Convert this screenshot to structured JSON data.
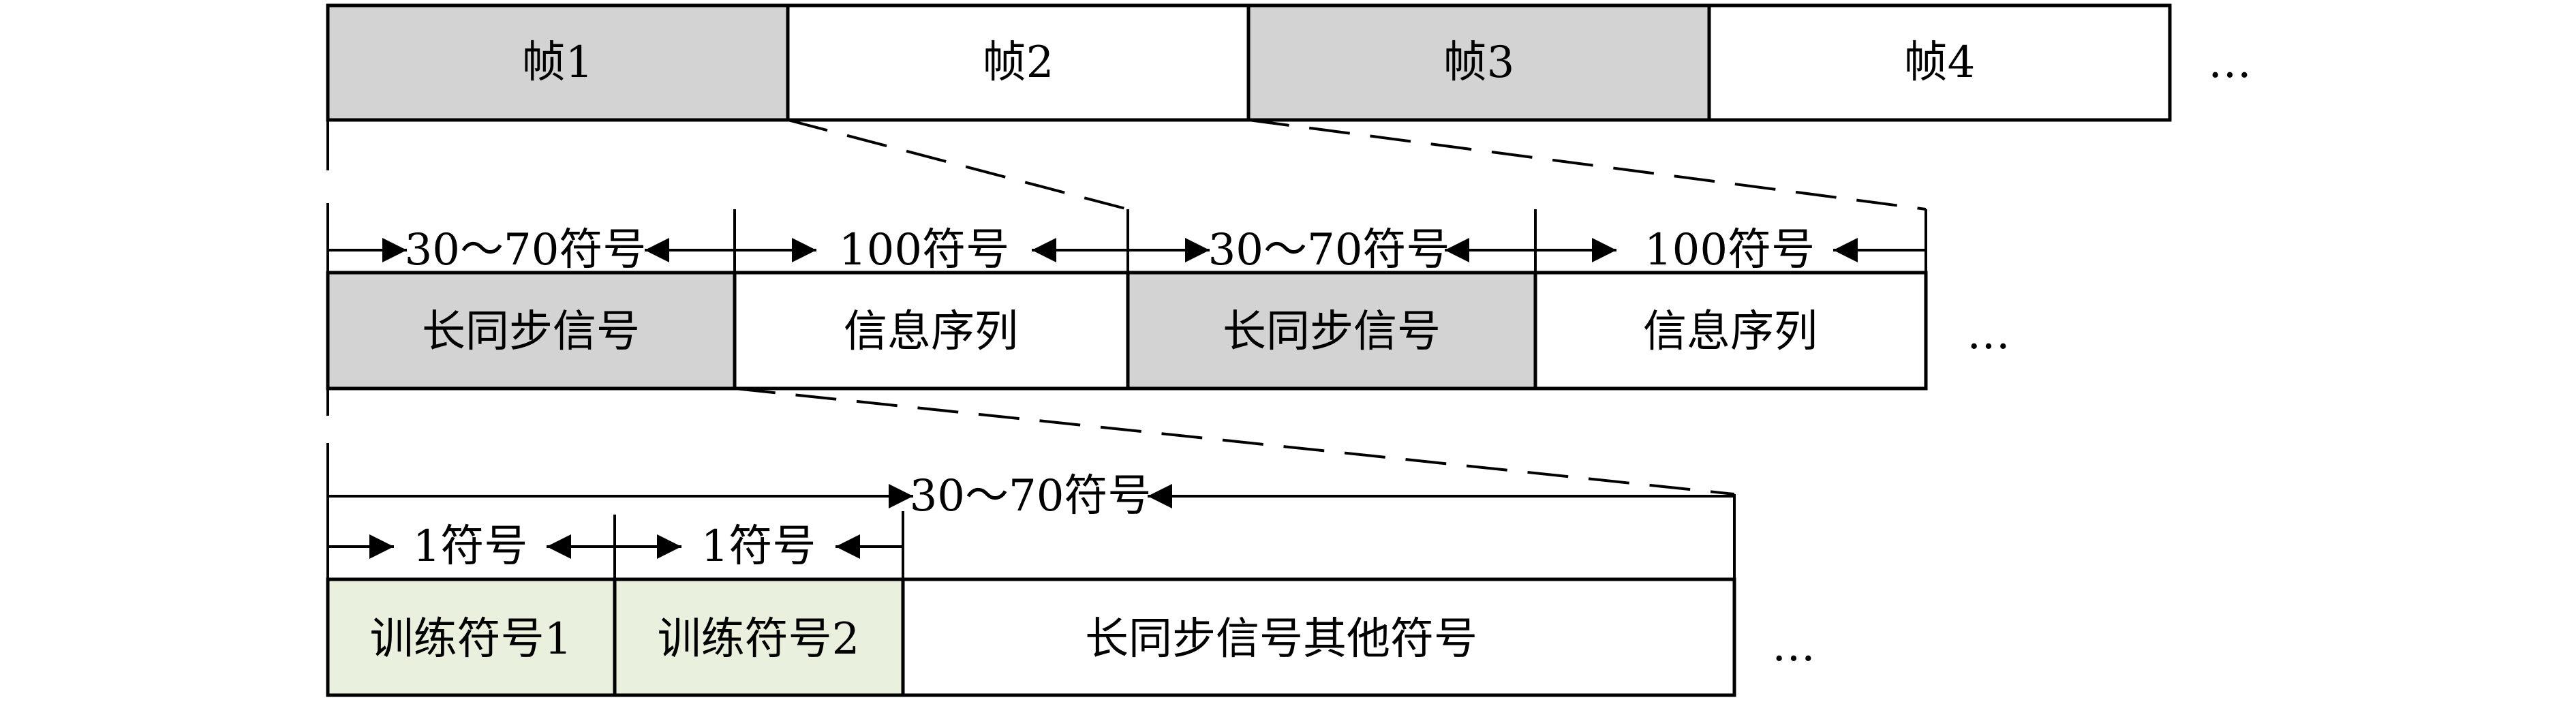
{
  "colors": {
    "gray_fill": "#d3d3d3",
    "green_fill": "#e9f0de",
    "white_fill": "#ffffff",
    "stroke": "#000000"
  },
  "frames": {
    "boxes": [
      "帧1",
      "帧2",
      "帧3",
      "帧4"
    ],
    "ellipsis": "…"
  },
  "frame_structure": {
    "dims": [
      "30～70符号",
      "100符号",
      "30～70符号",
      "100符号"
    ],
    "boxes": [
      "长同步信号",
      "信息序列",
      "长同步信号",
      "信息序列"
    ],
    "ellipsis": "…"
  },
  "sync_detail": {
    "total_dim": "30～70符号",
    "dims": [
      "1符号",
      "1符号"
    ],
    "boxes": [
      "训练符号1",
      "训练符号2",
      "长同步信号其他符号"
    ],
    "ellipsis": "…"
  }
}
